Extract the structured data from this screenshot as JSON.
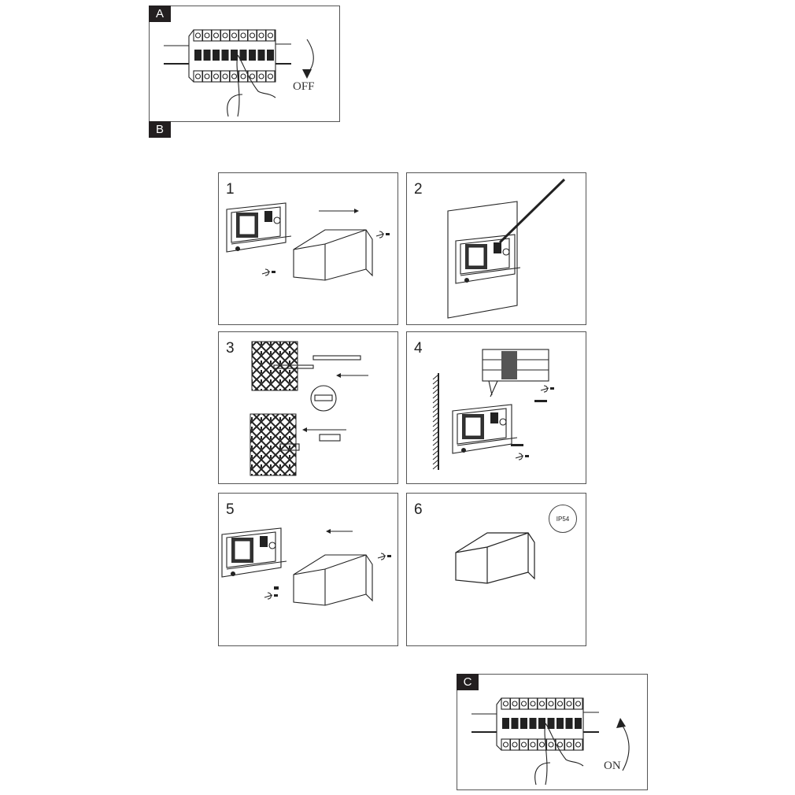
{
  "step_a": {
    "tag": "A",
    "action_label": "OFF"
  },
  "step_b": {
    "tag": "B"
  },
  "step_c": {
    "tag": "C",
    "action_label": "ON"
  },
  "panels": [
    {
      "number": "1"
    },
    {
      "number": "2"
    },
    {
      "number": "3"
    },
    {
      "number": "4"
    },
    {
      "number": "5"
    },
    {
      "number": "6",
      "badge": "IP54"
    }
  ],
  "colors": {
    "line": "#222222",
    "border": "#555555",
    "tag_bg": "#231f20"
  }
}
